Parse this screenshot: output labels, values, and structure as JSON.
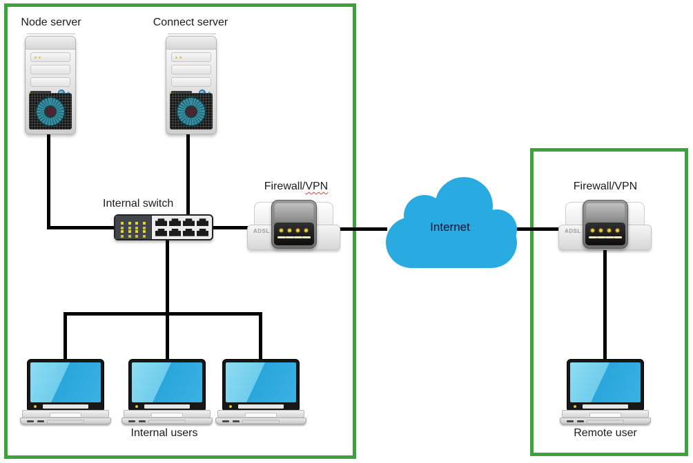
{
  "nodes": {
    "node_server": {
      "label": "Node server",
      "type": "server"
    },
    "connect_server": {
      "label": "Connect server",
      "type": "server"
    },
    "internal_switch": {
      "label": "Internal switch",
      "type": "switch"
    },
    "firewall_left": {
      "label": "Firewall/VPN",
      "label_prefix": "Firewall/",
      "label_vpn": "VPN",
      "device_text": "ADSL",
      "type": "firewall",
      "spellcheck_squiggle": true
    },
    "internet": {
      "label": "Internet",
      "type": "cloud"
    },
    "firewall_right": {
      "label": "Firewall/VPN",
      "device_text": "ADSL",
      "type": "firewall"
    },
    "internal_users": {
      "label": "Internal users",
      "type": "laptop-group",
      "laptop_count": 3
    },
    "remote_user": {
      "label": "Remote user",
      "type": "laptop"
    }
  },
  "connections": [
    {
      "from": "node_server",
      "to": "internal_switch"
    },
    {
      "from": "connect_server",
      "to": "internal_switch"
    },
    {
      "from": "internal_switch",
      "to": "firewall_left"
    },
    {
      "from": "firewall_left",
      "to": "internet"
    },
    {
      "from": "internet",
      "to": "firewall_right"
    },
    {
      "from": "internal_switch",
      "to": "internal_users"
    },
    {
      "from": "firewall_right",
      "to": "remote_user"
    }
  ],
  "zones": [
    {
      "id": "internal-network",
      "contains": [
        "node_server",
        "connect_server",
        "internal_switch",
        "firewall_left",
        "internal_users"
      ]
    },
    {
      "id": "remote-network",
      "contains": [
        "firewall_right",
        "remote_user"
      ]
    }
  ],
  "colors": {
    "zone_border": "#3aa43b",
    "cloud_fill": "#29abe2",
    "connection_line": "#000000",
    "laptop_screen": "#39b2e2",
    "led_yellow": "#e6d23e",
    "squiggle_red": "#e03a3a"
  }
}
